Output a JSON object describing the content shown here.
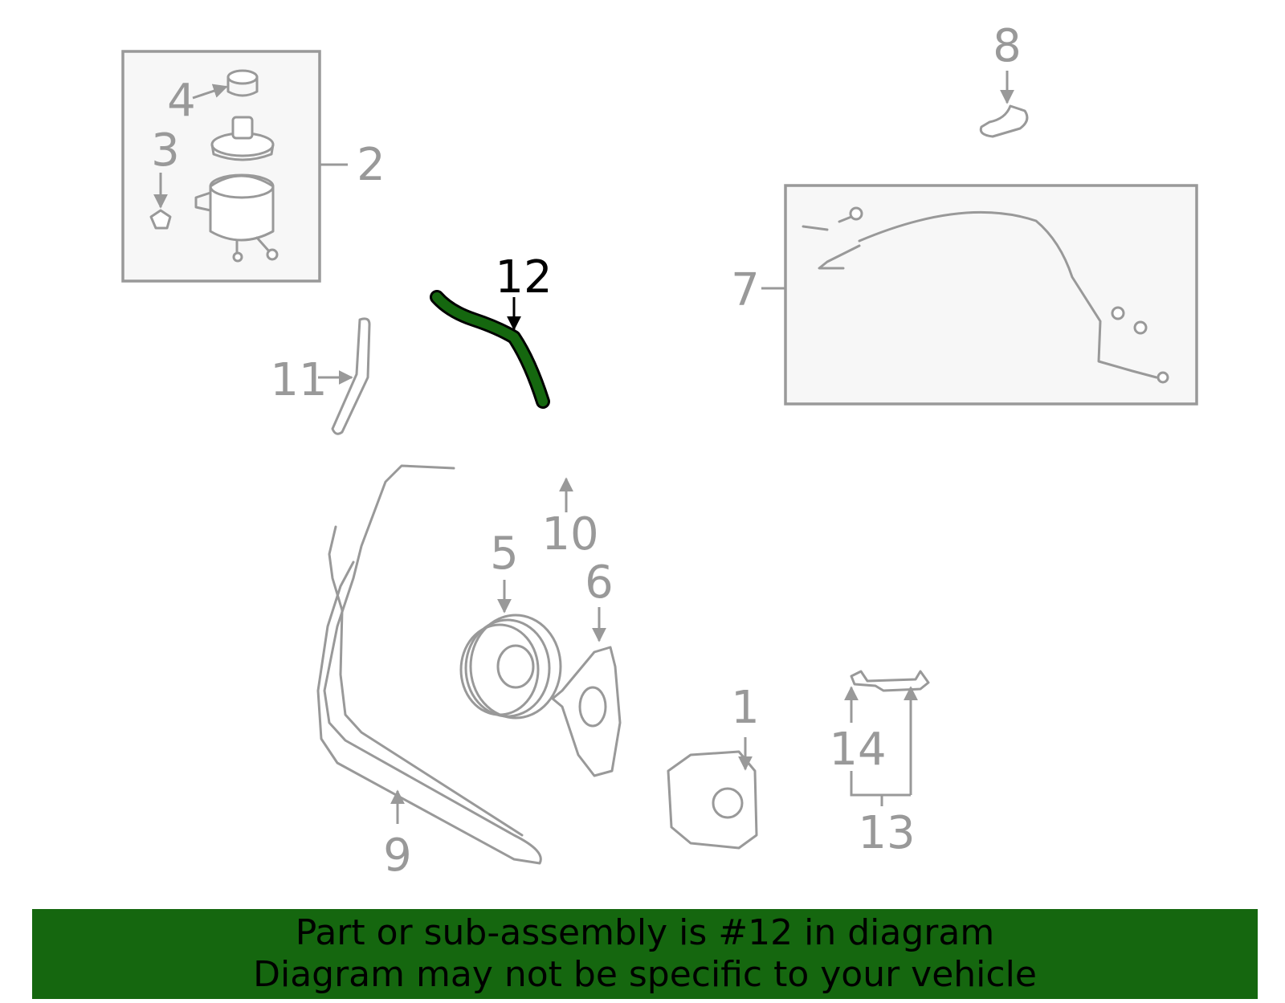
{
  "callouts": {
    "c1": "1",
    "c2": "2",
    "c3": "3",
    "c4": "4",
    "c5": "5",
    "c6": "6",
    "c7": "7",
    "c8": "8",
    "c9": "9",
    "c10": "10",
    "c11": "11",
    "c12": "12",
    "c13": "13",
    "c14": "14"
  },
  "highlight": {
    "part_number": "12",
    "color": "#15670f"
  },
  "banner": {
    "line1": "Part or sub-assembly is #12 in diagram",
    "line2": "Diagram may not be specific to your vehicle",
    "background": "#15670f"
  }
}
